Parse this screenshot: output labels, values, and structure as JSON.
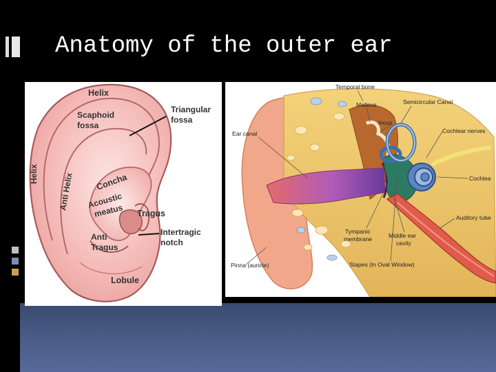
{
  "slide": {
    "title": "Anatomy of the outer ear"
  },
  "left_diagram": {
    "labels": {
      "helix_top": "Helix",
      "scaphoid_1": "Scaphoid",
      "scaphoid_2": "fossa",
      "triangular_1": "Triangular",
      "triangular_2": "fossa",
      "helix_side": "Helix",
      "anti_helix": "Anti Helix",
      "concha": "Concha",
      "acoustic": "Acoustic",
      "meatus": "meatus",
      "tragus": "Tragus",
      "intertragic_1": "Intertragic",
      "intertragic_2": "notch",
      "anti_1": "Anti",
      "anti_2": "Tragus",
      "lobule": "Lobule"
    }
  },
  "right_diagram": {
    "labels": {
      "temporal_bone": "Temporal bone",
      "malleus": "Malleus",
      "semicircular": "Semicircular Canal",
      "incus": "Incus",
      "ear_canal": "Ear canal",
      "cochlear_nerves": "Cochlear nerves",
      "cochlea": "Cochlea",
      "auditory_tube": "Auditory tube",
      "tympanic_1": "Tympanic",
      "tympanic_2": "membrane",
      "middle_1": "Middle ear",
      "middle_2": "cavity",
      "pinna": "Pinna (auricle)",
      "stapes": "Stapes (in Oval Window)"
    }
  }
}
